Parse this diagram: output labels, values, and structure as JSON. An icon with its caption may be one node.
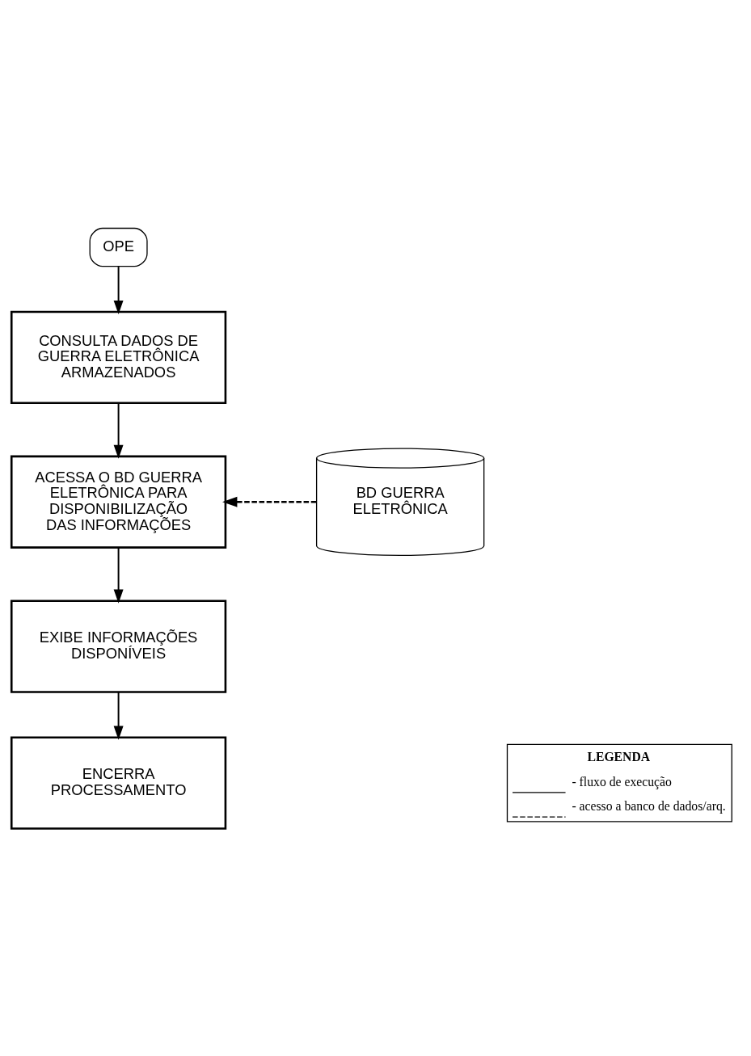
{
  "diagram": {
    "nodes": [
      {
        "text": [
          "OPE"
        ]
      },
      {
        "text": [
          "CONSULTA DADOS DE GUERRA ELETRÔNICA ARMAZENADOS"
        ]
      },
      {
        "text": [
          "ACESSA O BD GUERRA ELETRÔNICA PARA DISPONIBILIZAÇÃO DAS INFORMAÇÕES"
        ]
      },
      {
        "text": [
          "EXIBE INFORMAÇÕES DISPONÍVEIS"
        ]
      },
      {
        "text": [
          "ENCERRA PROCESSAMENTO"
        ]
      },
      {
        "text": [
          "BD GUERRA ELETRÔNICA"
        ]
      }
    ],
    "edges": [
      {
        "from": 0,
        "to": 1,
        "arrow": "to"
      },
      {
        "from": 1,
        "to": 2,
        "arrow": "to"
      },
      {
        "from": 5,
        "to": 2,
        "arrow": "to",
        "style": "dashed"
      },
      {
        "from": 2,
        "to": 3,
        "arrow": "to"
      },
      {
        "from": 3,
        "to": 4,
        "arrow": "to"
      }
    ],
    "labels": [
      "LEGENDA"
    ],
    "legend": [
      {
        "text": "- fluxo de execução"
      },
      {
        "text": "- acesso a banco de dados/arq."
      }
    ]
  }
}
